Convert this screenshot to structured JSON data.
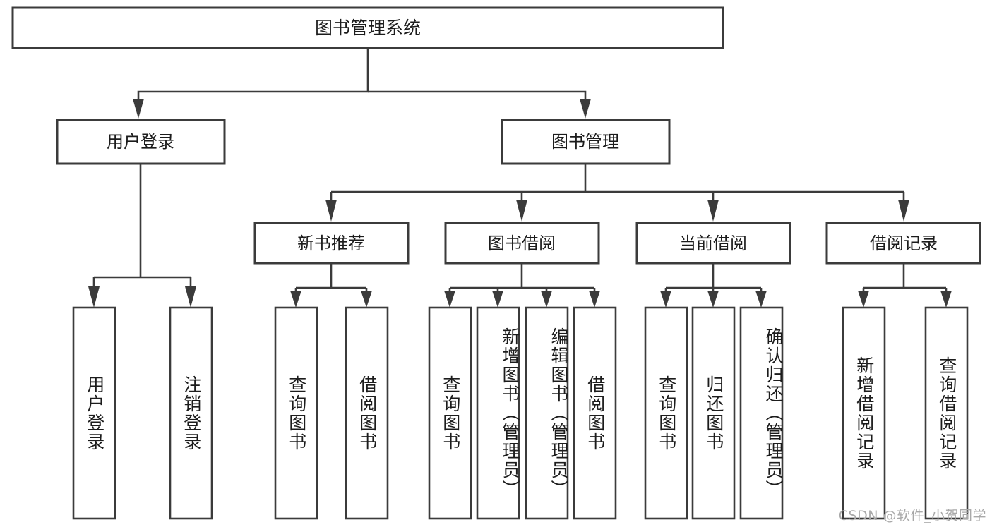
{
  "diagram": {
    "type": "tree",
    "title": "图书管理系统",
    "watermark": "CSDN @软件_小贺同学",
    "nodes": {
      "root": {
        "label": "图书管理系统"
      },
      "level2": [
        {
          "id": "user-login",
          "label": "用户登录"
        },
        {
          "id": "book-manage",
          "label": "图书管理"
        }
      ],
      "level3": [
        {
          "id": "new-book-recommend",
          "label": "新书推荐",
          "parent": "book-manage"
        },
        {
          "id": "book-borrow",
          "label": "图书借阅",
          "parent": "book-manage"
        },
        {
          "id": "current-borrow",
          "label": "当前借阅",
          "parent": "book-manage"
        },
        {
          "id": "borrow-record",
          "label": "借阅记录",
          "parent": "book-manage"
        }
      ],
      "leaves": [
        {
          "id": "leaf-user-login",
          "label": "用户登录",
          "parent": "user-login"
        },
        {
          "id": "leaf-logout-login",
          "label": "注销登录",
          "parent": "user-login"
        },
        {
          "id": "leaf-query-book-1",
          "label": "查询图书",
          "parent": "new-book-recommend"
        },
        {
          "id": "leaf-borrow-book-1",
          "label": "借阅图书",
          "parent": "new-book-recommend"
        },
        {
          "id": "leaf-query-book-2",
          "label": "查询图书",
          "parent": "book-borrow"
        },
        {
          "id": "leaf-add-book",
          "label": "新增图书（管理员）",
          "parent": "book-borrow"
        },
        {
          "id": "leaf-edit-book",
          "label": "编辑图书（管理员）",
          "parent": "book-borrow"
        },
        {
          "id": "leaf-borrow-book-2",
          "label": "借阅图书",
          "parent": "book-borrow"
        },
        {
          "id": "leaf-query-book-3",
          "label": "查询图书",
          "parent": "current-borrow"
        },
        {
          "id": "leaf-return-book",
          "label": "归还图书",
          "parent": "current-borrow"
        },
        {
          "id": "leaf-confirm-return",
          "label": "确认归还（管理员）",
          "parent": "current-borrow"
        },
        {
          "id": "leaf-add-record",
          "label": "新增借阅记录",
          "parent": "borrow-record"
        },
        {
          "id": "leaf-query-record",
          "label": "查询借阅记录",
          "parent": "borrow-record"
        }
      ]
    },
    "colors": {
      "stroke": "#3b3b3b",
      "fill": "#ffffff",
      "text": "#1c1c1c",
      "watermark": "#a9a9a9"
    }
  }
}
